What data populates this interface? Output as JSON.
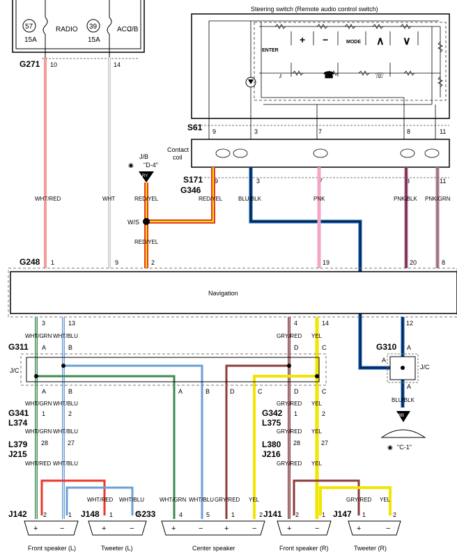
{
  "jb_box": {
    "label": "J/B"
  },
  "fuses": [
    {
      "circle": "57",
      "name": "RADIO",
      "amp": "15A"
    },
    {
      "circle": "39",
      "name": "ACC",
      "amp": "15A"
    }
  ],
  "steering": {
    "title": "Steering switch (Remote audio control switch)",
    "enter": "ENTER",
    "mode": "MODE",
    "plus": "+",
    "minus": "−"
  },
  "contact_coil": "Contact\ncoil",
  "jb_d4": {
    "line1": "J/B",
    "line2": "\"D-4\"",
    "badge": "RY"
  },
  "ws_label": "W/S",
  "navigation": "Navigation",
  "jc_label": "J/C",
  "ground": {
    "label": "\"C-1\"",
    "badge": "BB"
  },
  "connectors": {
    "g271": "G271",
    "s61": "S61",
    "s171": "S171",
    "g346": "G346",
    "g248": "G248",
    "g311": "G311",
    "g310": "G310",
    "g341": "G341",
    "l374": "L374",
    "l379": "L379",
    "j215": "J215",
    "g342": "G342",
    "l375": "L375",
    "l380": "L380",
    "j216": "J216",
    "j142": "J142",
    "j148": "J148",
    "g233": "G233",
    "j141": "J141",
    "j147": "J147"
  },
  "pins": {
    "g271_10": "10",
    "g271_14": "14",
    "s61_9": "9",
    "s61_3": "3",
    "s61_7": "7",
    "s61_8": "8",
    "s61_11": "11",
    "s171_9": "9",
    "s171_3": "3",
    "s171_7": "7",
    "s171_8": "8",
    "s171_11": "11",
    "g248_1": "1",
    "g248_9": "9",
    "g248_2": "2",
    "g248_19": "19",
    "g248_20": "20",
    "g248_8": "8",
    "n_3": "3",
    "n_13": "13",
    "n_4": "4",
    "n_14": "14",
    "n_12": "12",
    "g311_a": "A",
    "g311_b": "B",
    "jc_a": "A",
    "jc_b": "B",
    "g342_d": "D",
    "g342_c": "C",
    "jc2_d": "D",
    "jc2_c": "C",
    "ca": "A",
    "cb": "B",
    "cd": "D",
    "cc": "C",
    "g310_a1": "A",
    "g310_a2": "A",
    "g310_a3": "A",
    "l374_1": "1",
    "l374_2": "2",
    "l375_1": "1",
    "l375_2": "2",
    "j215_28": "28",
    "j215_27": "27",
    "j216_28": "28",
    "j216_27": "27",
    "j142_2": "2",
    "j142_1": "1",
    "j148_1": "1",
    "j148_2": "2",
    "g233_4": "4",
    "g233_5": "5",
    "g233_1": "1",
    "g233_2": "2",
    "j141_2": "2",
    "j141_1": "1",
    "j147_1": "1",
    "j147_2": "2"
  },
  "wires": {
    "wht_red_1": "WHT/RED",
    "wht_1": "WHT",
    "red_yel_1": "RED/YEL",
    "red_yel_2": "RED/YEL",
    "red_yel_3": "RED/YEL",
    "blu_blk_1": "BLU/BLK",
    "pnk_1": "PNK",
    "pnk_blk_1": "PNK/BLK",
    "pnk_grn_1": "PNK/GRN",
    "wht_grn_1": "WHT/GRN",
    "wht_blu_1": "WHT/BLU",
    "gry_red_1": "GRY/RED",
    "yel_1": "YEL",
    "blu_blk_2": "BLU/BLK",
    "wht_grn_2": "WHT/GRN",
    "wht_blu_2": "WHT/BLU",
    "gry_red_2": "GRY/RED",
    "yel_2": "YEL",
    "wht_grn_3": "WHT/GRN",
    "wht_blu_3": "WHT/BLU",
    "gry_red_3": "GRY/RED",
    "yel_3": "YEL",
    "wht_red_2": "WHT/RED",
    "wht_blu_4": "WHT/BLU",
    "gry_red_4": "GRY/RED",
    "yel_4": "YEL",
    "wht_red_3": "WHT/RED",
    "wht_blu_5": "WHT/BLU",
    "wht_grn_4": "WHT/GRN",
    "wht_blu_6": "WHT/BLU",
    "gry_red_5": "GRY/RED",
    "yel_5": "YEL",
    "gry_red_6": "GRY/RED",
    "yel_6": "YEL"
  },
  "speakers": {
    "front_l": "Front speaker (L)",
    "tweeter_l": "Tweeter (L)",
    "center": "Center speaker",
    "front_r": "Front speaker (R)",
    "tweeter_r": "Tweeter (R)",
    "plus": "+",
    "minus": "−"
  },
  "colors": {
    "red": "#e8392b",
    "pink": "#f4a6c6",
    "blue": "#0a4fa0",
    "yellow": "#f2e500",
    "green": "#3c8a4f",
    "maroon": "#8c3b3b",
    "lightblue": "#6b9fd6"
  }
}
